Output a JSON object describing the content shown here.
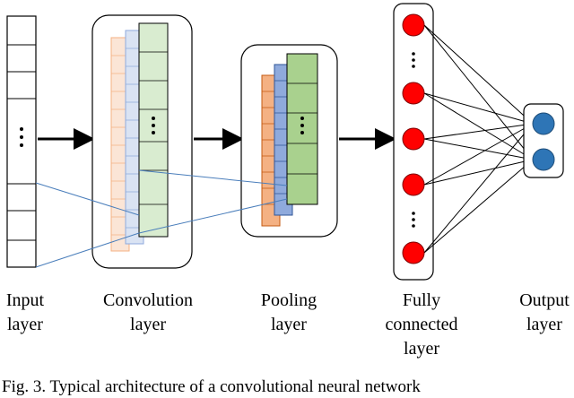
{
  "labels": {
    "input": [
      "Input",
      "layer"
    ],
    "conv": [
      "Convolution",
      "layer"
    ],
    "pool": [
      "Pooling",
      "layer"
    ],
    "fc": [
      "Fully",
      "connected",
      "layer"
    ],
    "output": [
      "Output",
      "layer"
    ]
  },
  "caption": "Fig. 3. Typical architecture of a convolutional neural network",
  "colors": {
    "box_border": "#000000",
    "green": "#d9ecd0",
    "green_dark": "#b5d7a8",
    "blue_light": "#dae3f3",
    "blue_mid": "#8faadc",
    "orange_light": "#fbe5d6",
    "orange_mid": "#f4b183",
    "node_red": "#ff0000",
    "node_blue": "#2e75b6",
    "connector": "#4a7ebb"
  },
  "icons": [
    "vertical-ellipsis-icon",
    "arrow-right-icon"
  ]
}
